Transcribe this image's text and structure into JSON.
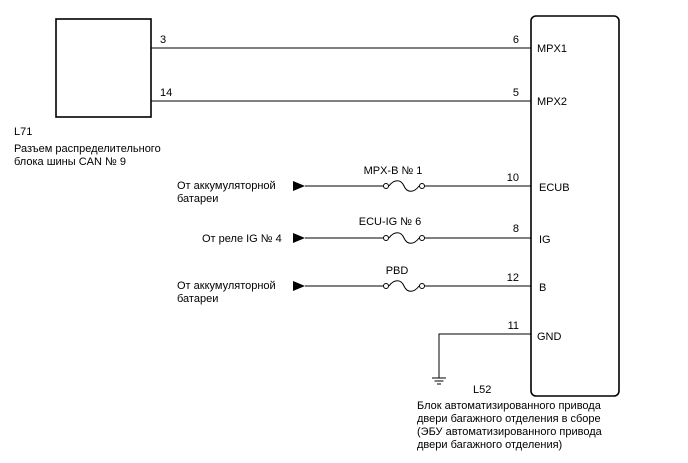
{
  "connector_left": {
    "id": "L71",
    "desc_line1": "Разъем распределительного",
    "desc_line2": "блока шины CAN № 9",
    "pins": [
      "3",
      "14"
    ]
  },
  "ecu": {
    "id": "L52",
    "desc_lines": [
      "Блок автоматизированного привода",
      "двери багажного отделения в сборе",
      "(ЭБУ автоматизированного привода",
      "двери багажного отделения)"
    ]
  },
  "wires": [
    {
      "ecu_pin": "6",
      "terminal": "MPX1"
    },
    {
      "ecu_pin": "5",
      "terminal": "MPX2"
    },
    {
      "ecu_pin": "10",
      "terminal": "ECUB",
      "fuse": "MPX-B № 1",
      "source_lines": [
        "От аккумуляторной",
        "батареи"
      ]
    },
    {
      "ecu_pin": "8",
      "terminal": "IG",
      "fuse": "ECU-IG № 6",
      "source_lines": [
        "От реле IG № 4"
      ]
    },
    {
      "ecu_pin": "12",
      "terminal": "B",
      "fuse": "PBD",
      "source_lines": [
        "От аккумуляторной",
        "батареи"
      ]
    },
    {
      "ecu_pin": "11",
      "terminal": "GND"
    }
  ]
}
